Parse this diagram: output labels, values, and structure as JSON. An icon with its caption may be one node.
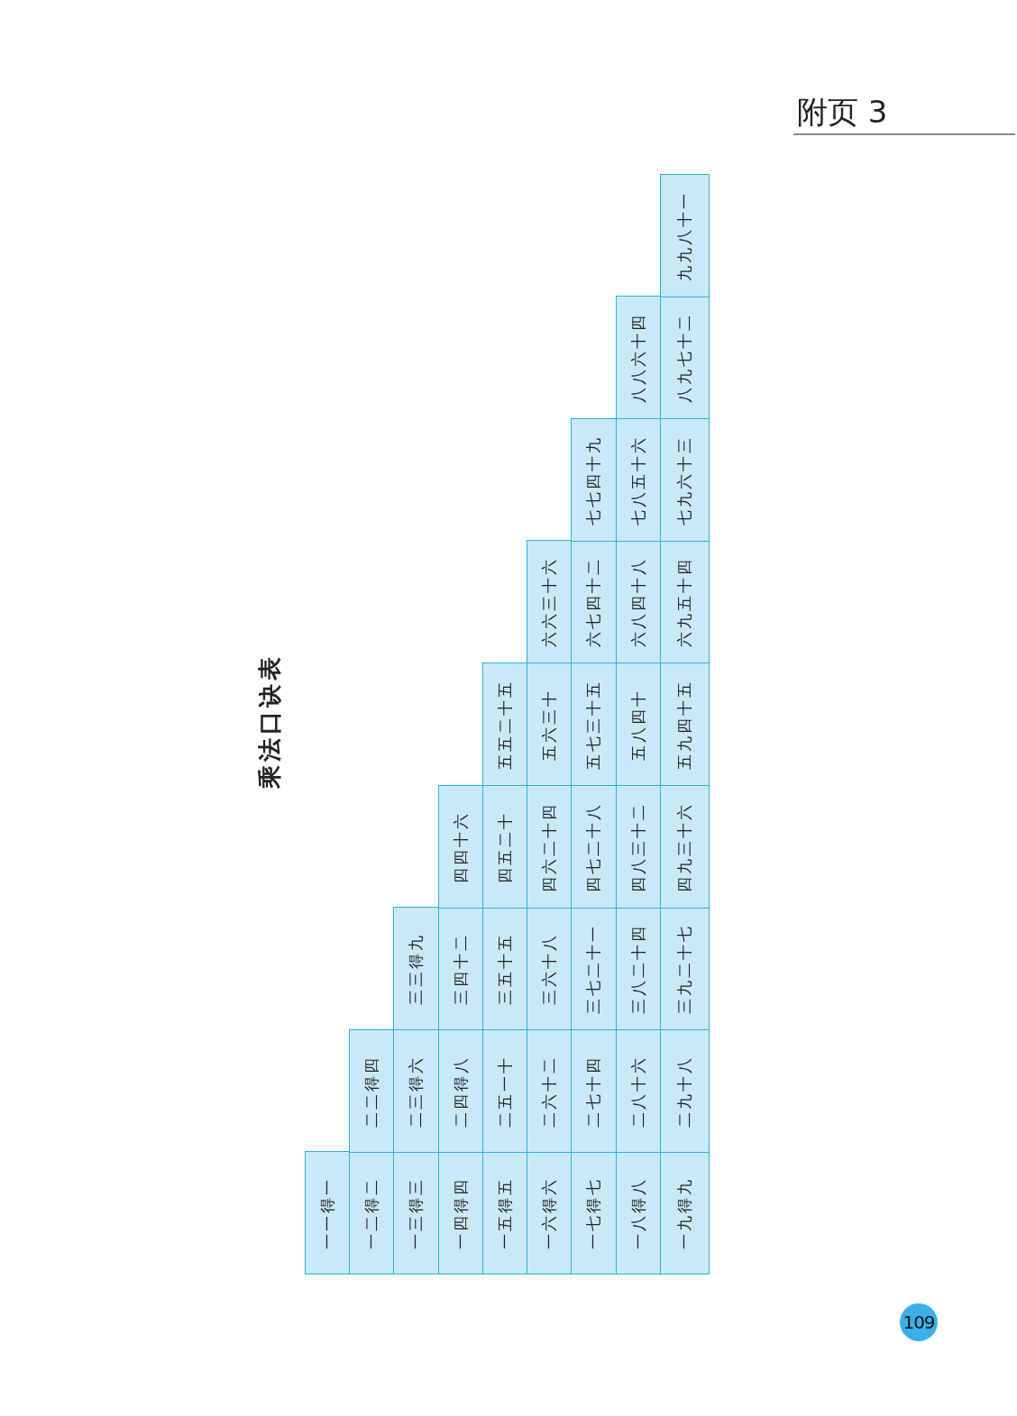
{
  "diagram": {
    "title": "乘法口诀表",
    "labels": [
      "附页 3",
      "一一得一",
      "一二得二",
      "二二得四",
      "一三得三",
      "二三得六",
      "三三得九",
      "一四得四",
      "二四得八",
      "三四十二",
      "四四十六",
      "一五得五",
      "二五一十",
      "三五十五",
      "四五二十",
      "五五二十五",
      "一六得六",
      "二六十二",
      "三六十八",
      "四六二十四",
      "五六三十",
      "六六三十六",
      "一七得七",
      "二七十四",
      "三七二十一",
      "四七二十八",
      "五七三十五",
      "六七四十二",
      "七七四十九",
      "一八得八",
      "二八十六",
      "三八二十四",
      "四八三十二",
      "五八四十",
      "六八四十八",
      "七八五十六",
      "八八六十四",
      "一九得九",
      "二九十八",
      "三九二十七",
      "四九三十六",
      "五九四十五",
      "六九五十四",
      "七九六十三",
      "八九七十二",
      "九九八十一",
      "109"
    ]
  }
}
